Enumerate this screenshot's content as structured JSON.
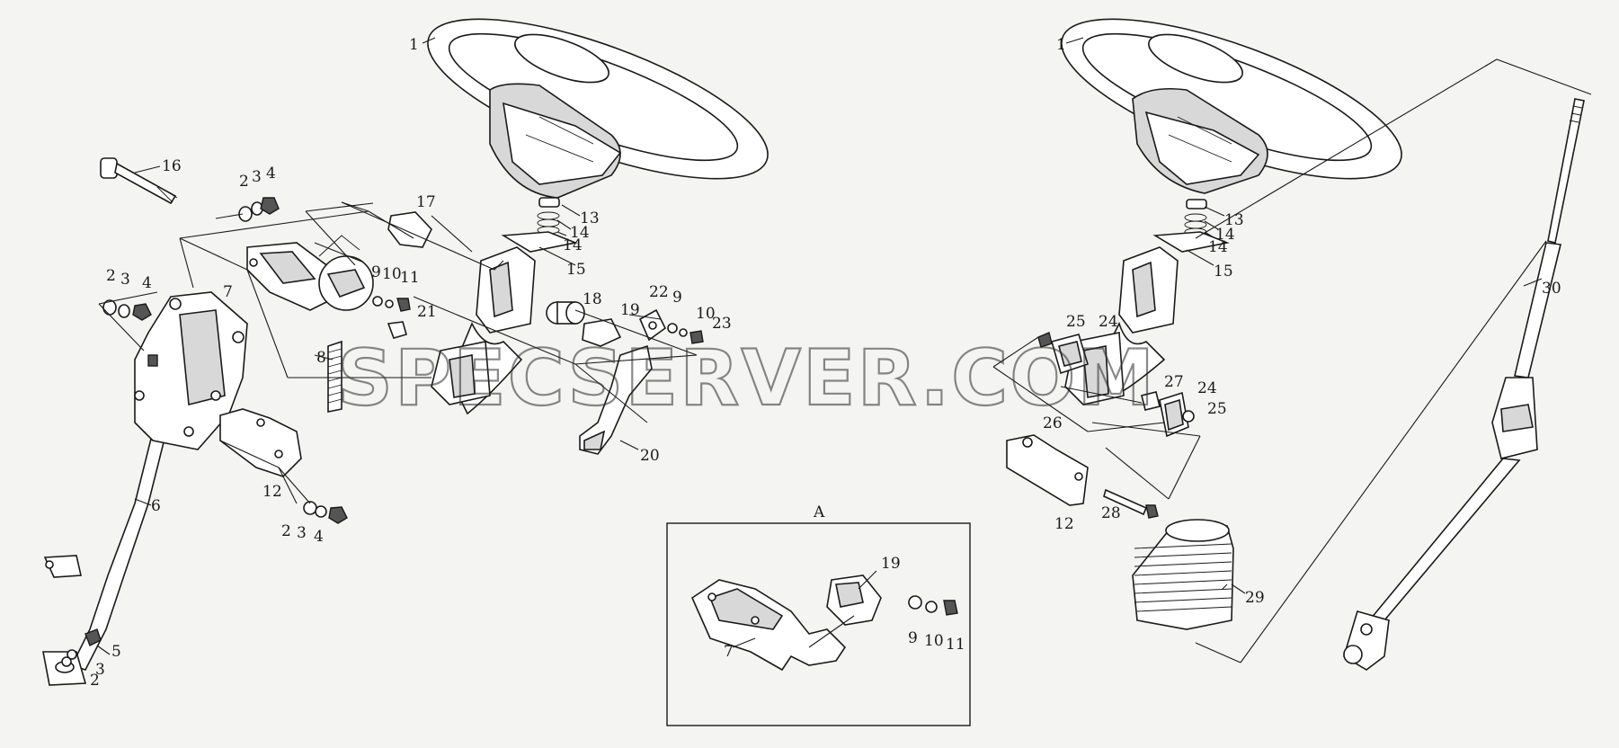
{
  "watermark": "SPECSERVER.COM",
  "detail_view": {
    "title": "A"
  },
  "callouts": {
    "c1a": "1",
    "c1b": "1",
    "c16": "16",
    "c2a": "2",
    "c3a": "3",
    "c4a": "4",
    "c2b": "2",
    "c3b": "3",
    "c4b": "4",
    "c2c": "2",
    "c3c": "3",
    "c4c": "4",
    "c2d": "2",
    "c3d": "3",
    "c5": "5",
    "c6": "6",
    "c7a": "7",
    "c7b": "7",
    "c8": "8",
    "c9a": "9",
    "c10a": "10",
    "c11a": "11",
    "c12a": "12",
    "c12b": "12",
    "c13a": "13",
    "c14a": "14",
    "c14b": "14",
    "c15a": "15",
    "c13b": "13",
    "c14c": "14",
    "c14d": "14",
    "c15b": "15",
    "c17": "17",
    "c18": "18",
    "c19a": "19",
    "c19b": "19",
    "c20": "20",
    "c21": "21",
    "c22": "22",
    "c9b": "9",
    "c10b": "10",
    "c23": "23",
    "c9c": "9",
    "c10c": "10",
    "c11c": "11",
    "c24a": "24",
    "c24b": "24",
    "c25a": "25",
    "c25b": "25",
    "c26": "26",
    "c27": "27",
    "c28": "28",
    "c29": "29",
    "c30": "30"
  }
}
